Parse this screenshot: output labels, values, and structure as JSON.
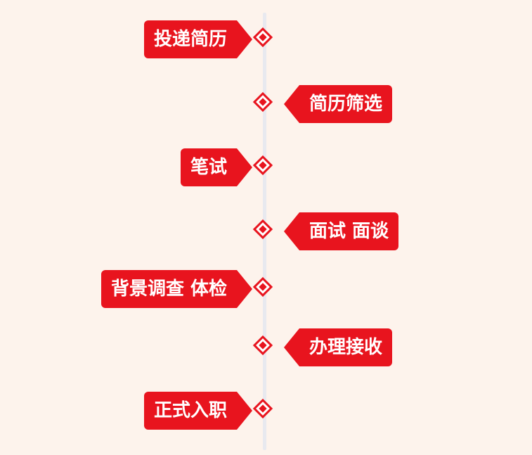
{
  "colors": {
    "background": "#fdf3ec",
    "accent": "#e8141e",
    "axis": "#e8e9ef",
    "text": "#ffffff"
  },
  "steps": [
    {
      "label": "投递简历",
      "side": "left",
      "marker_icon": "diamond-icon"
    },
    {
      "label": "简历筛选",
      "side": "right",
      "marker_icon": "diamond-icon"
    },
    {
      "label": "笔试",
      "side": "left",
      "marker_icon": "diamond-icon"
    },
    {
      "label": "面试 面谈",
      "side": "right",
      "marker_icon": "diamond-icon"
    },
    {
      "label": "背景调查 体检",
      "side": "left",
      "marker_icon": "diamond-icon"
    },
    {
      "label": "办理接收",
      "side": "right",
      "marker_icon": "diamond-icon"
    },
    {
      "label": "正式入职",
      "side": "left",
      "marker_icon": "diamond-icon"
    }
  ]
}
